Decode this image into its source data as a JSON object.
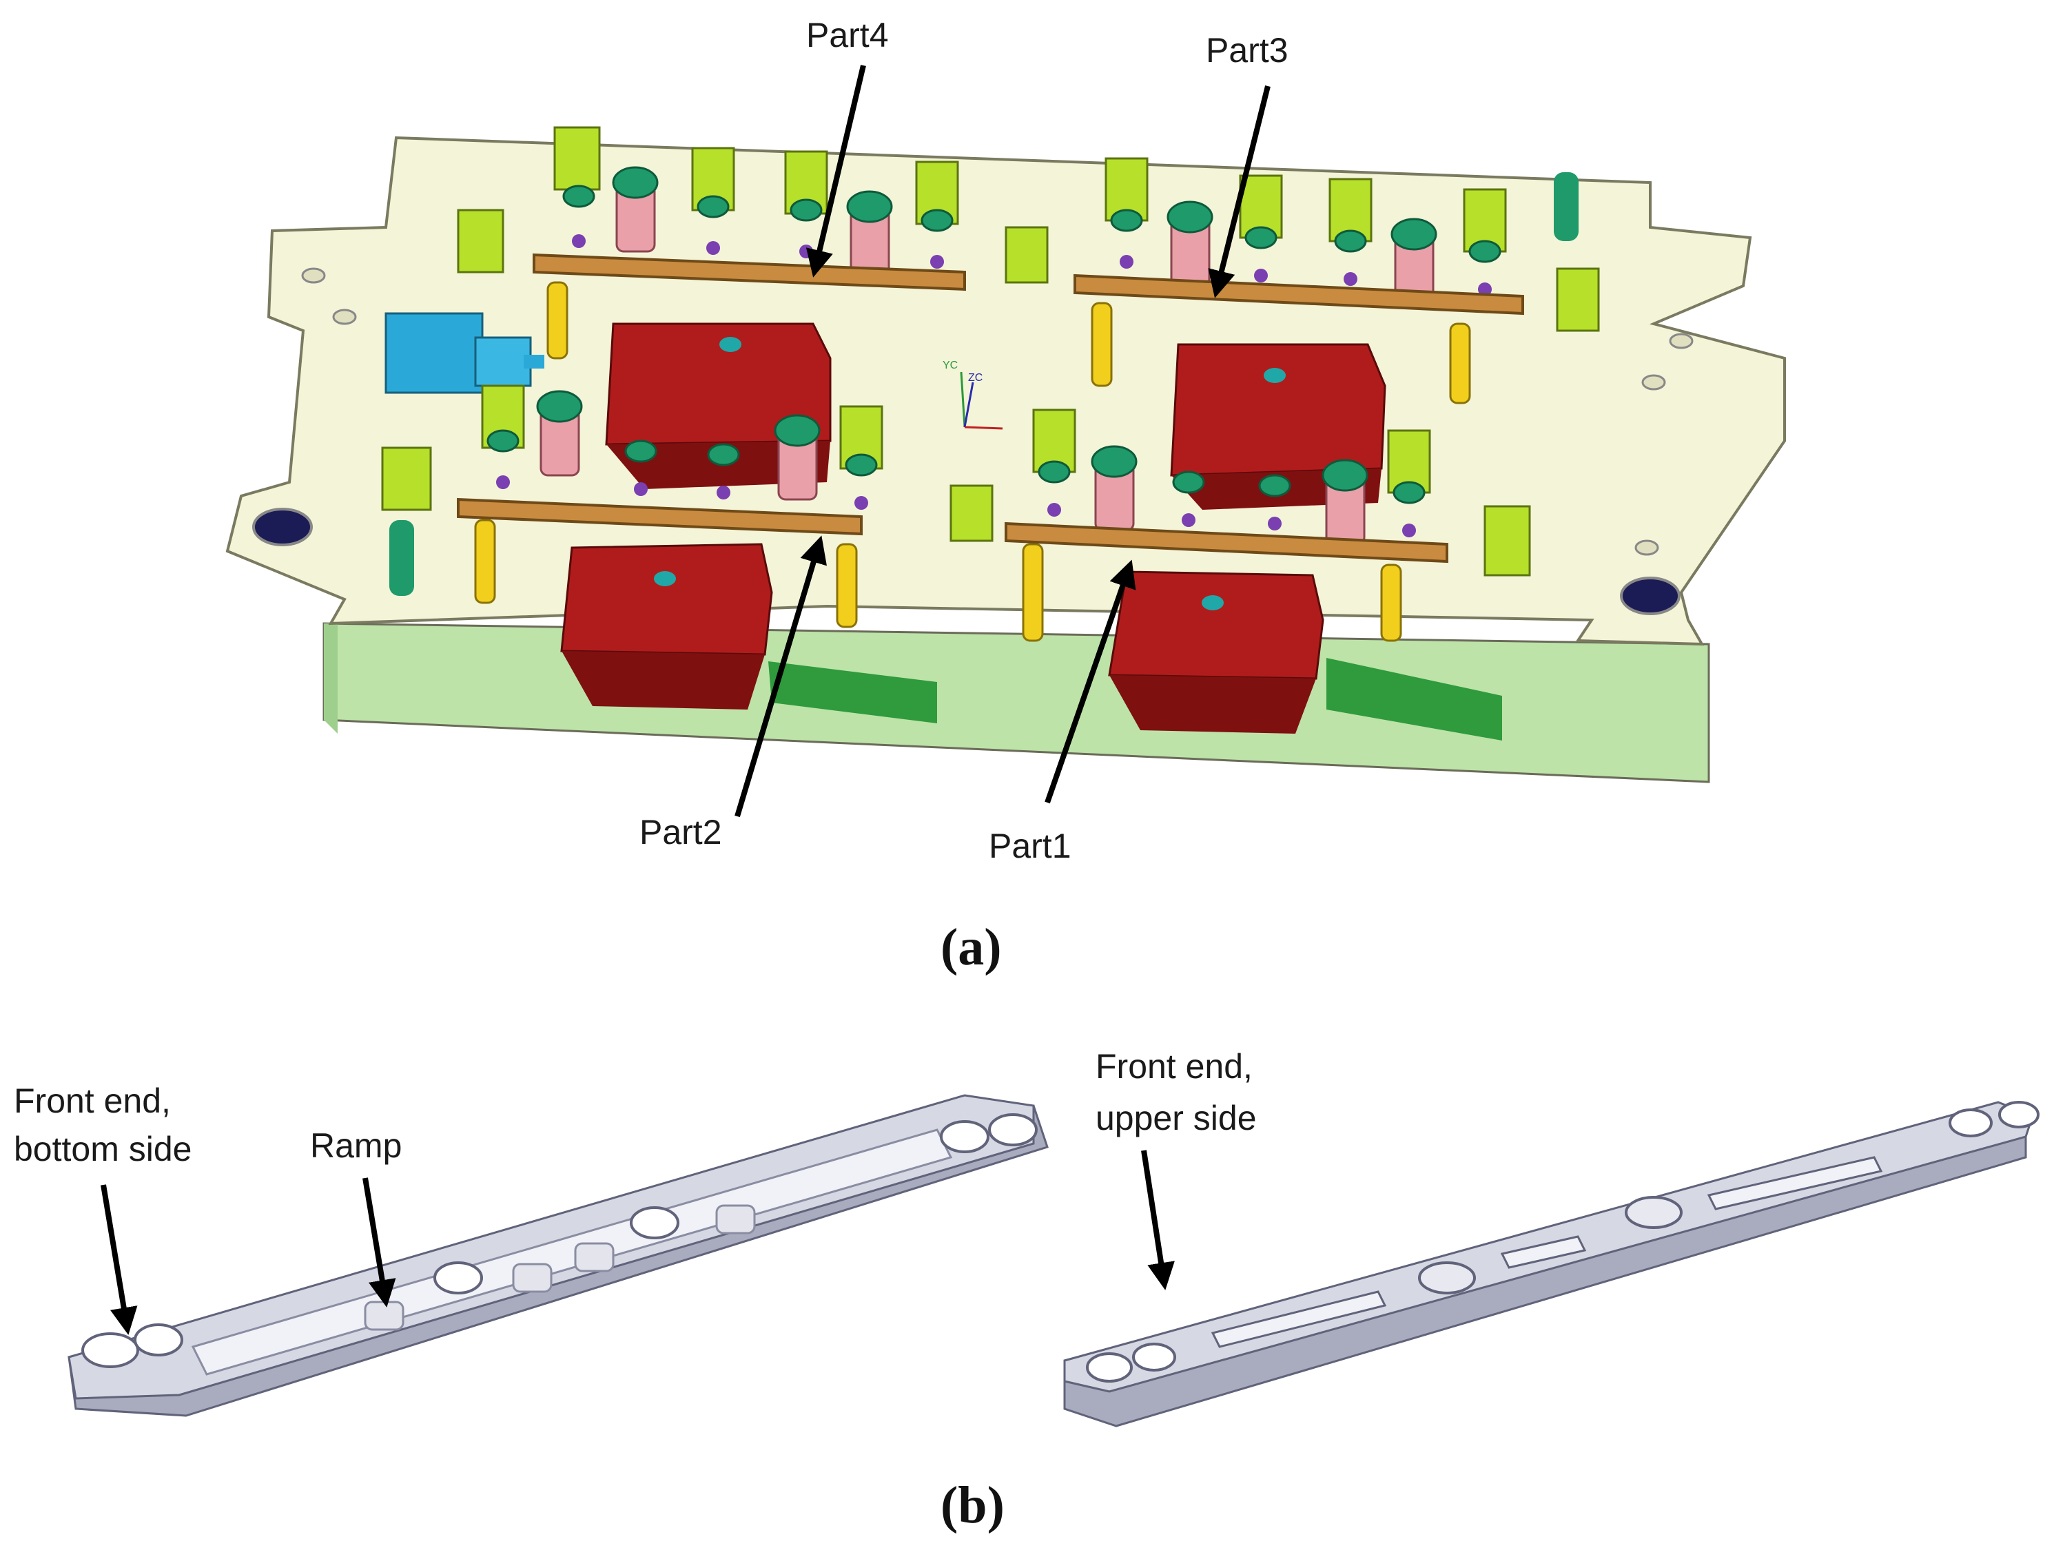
{
  "figure_a": {
    "caption": "(a)",
    "labels": {
      "part1": "Part1",
      "part2": "Part2",
      "part3": "Part3",
      "part4": "Part4"
    },
    "triad": {
      "yc": "YC",
      "zc": "ZC"
    },
    "colors": {
      "base_plate": "#f4f4d8",
      "base_side": "#bde3a8",
      "clamp_block": "#b7e02a",
      "red_block": "#b01c1c",
      "pink_cylinder": "#e9a0a8",
      "teal_screw": "#1f9a6a",
      "purple_ring": "#7a3fb0",
      "part_bar": "#c98b3f",
      "yellow_pin": "#f2cf1d",
      "blue_valve": "#2aa9d8",
      "green_stand": "#2f9b3c"
    }
  },
  "figure_b": {
    "caption": "(b)",
    "labels": {
      "front_bottom_line1": "Front end,",
      "front_bottom_line2": "bottom side",
      "ramp": "Ramp",
      "front_upper_line1": "Front end,",
      "front_upper_line2": "upper side"
    },
    "colors": {
      "bar_face": "#d6d8e4",
      "bar_side": "#a9acbe",
      "bar_pocket": "#f1f2f7"
    }
  }
}
